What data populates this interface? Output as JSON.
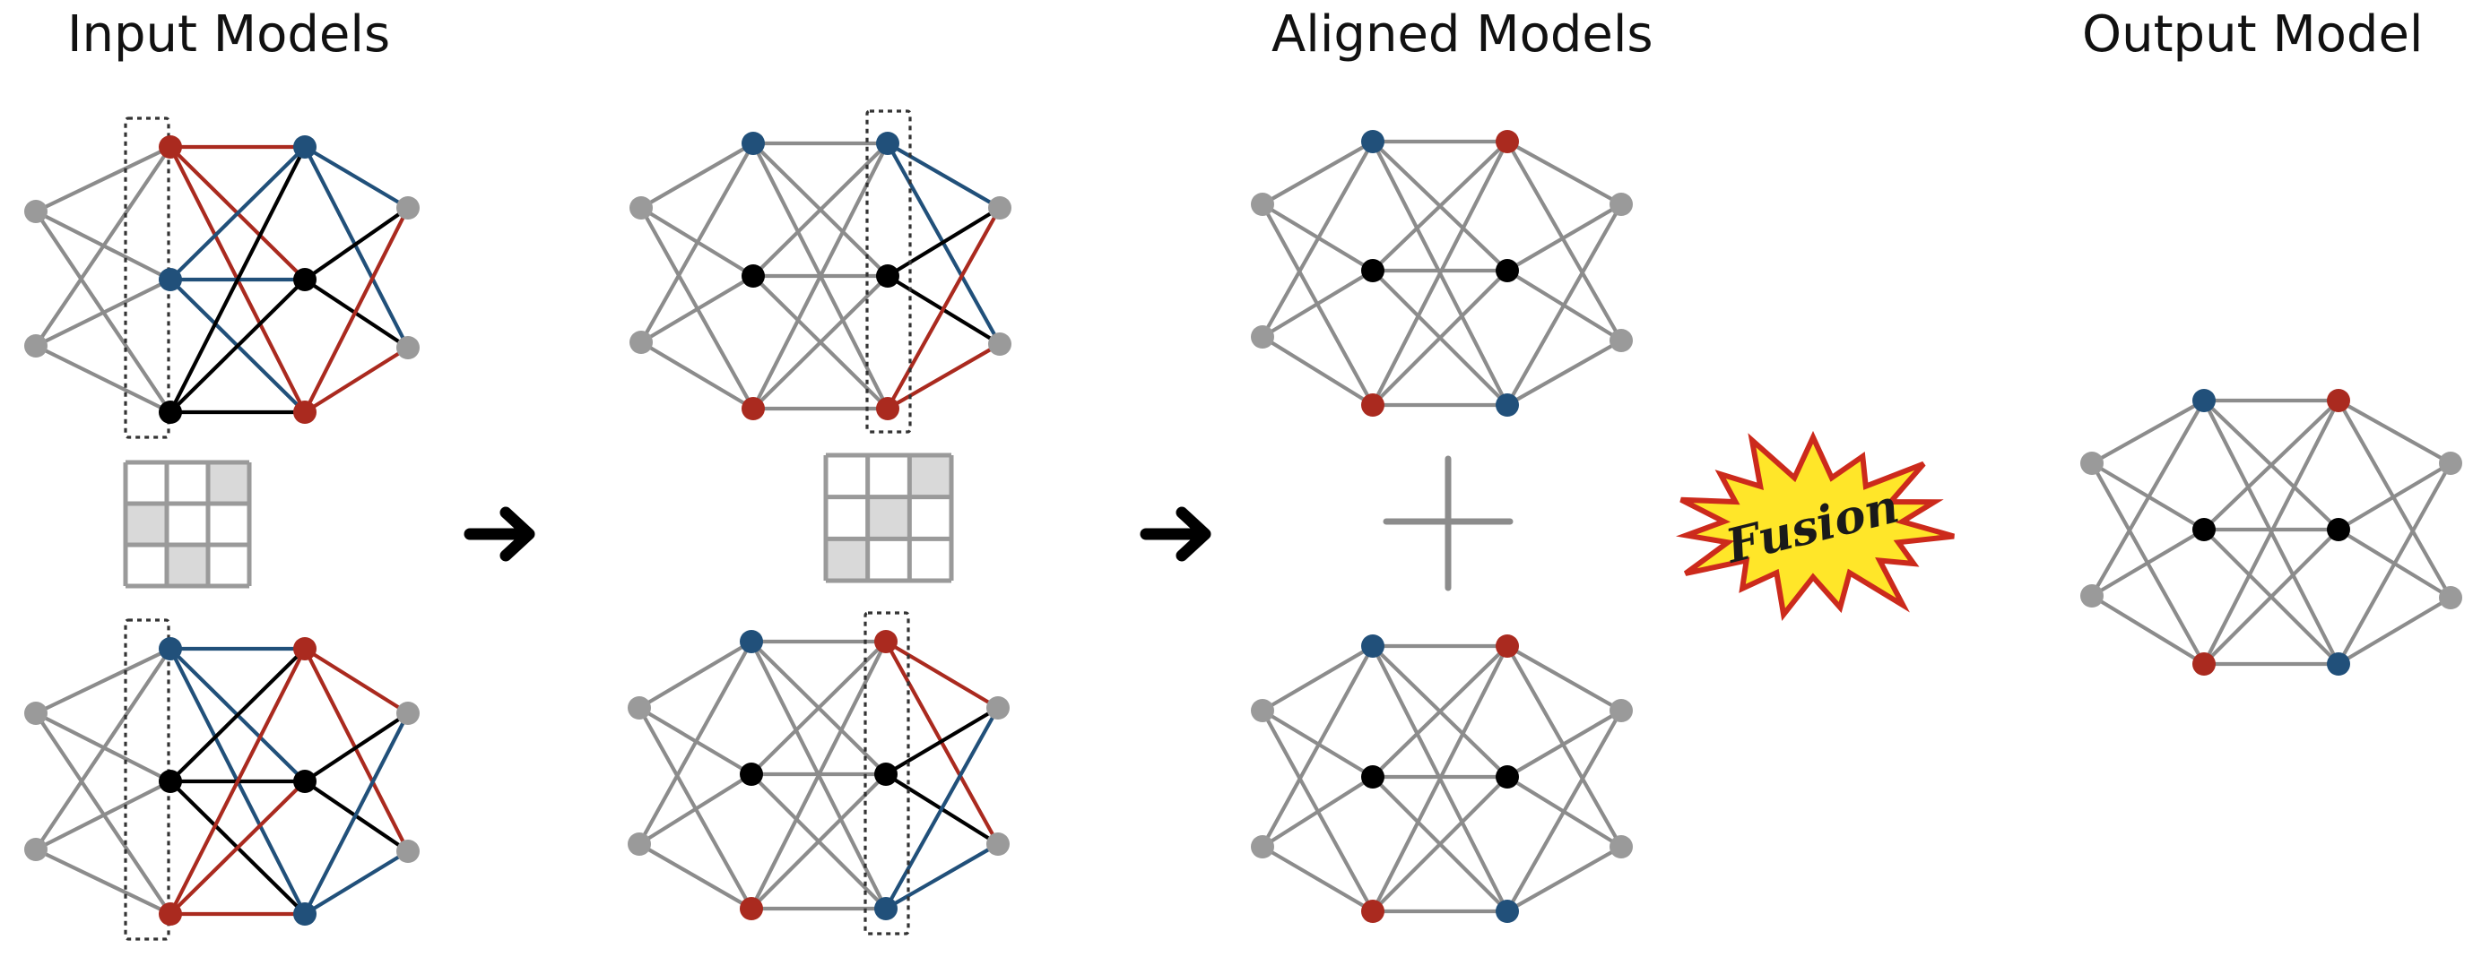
{
  "titles": {
    "input": "Input Models",
    "aligned": "Aligned Models",
    "output": "Output Model"
  },
  "badge": {
    "text": "Fusion",
    "fill": "#ffe629",
    "stroke": "#cc2a1c"
  },
  "colors": {
    "gray_node": "#9a9a9a",
    "gray_edge": "#8c8c8c",
    "red": "#aa2a1f",
    "blue": "#21507a",
    "black": "#000000",
    "matrix_cell": "#d9d9d9",
    "matrix_line": "#9a9a9a"
  },
  "arrow_icon": "right-arrow-icon",
  "plus_icon": "plus-icon"
}
